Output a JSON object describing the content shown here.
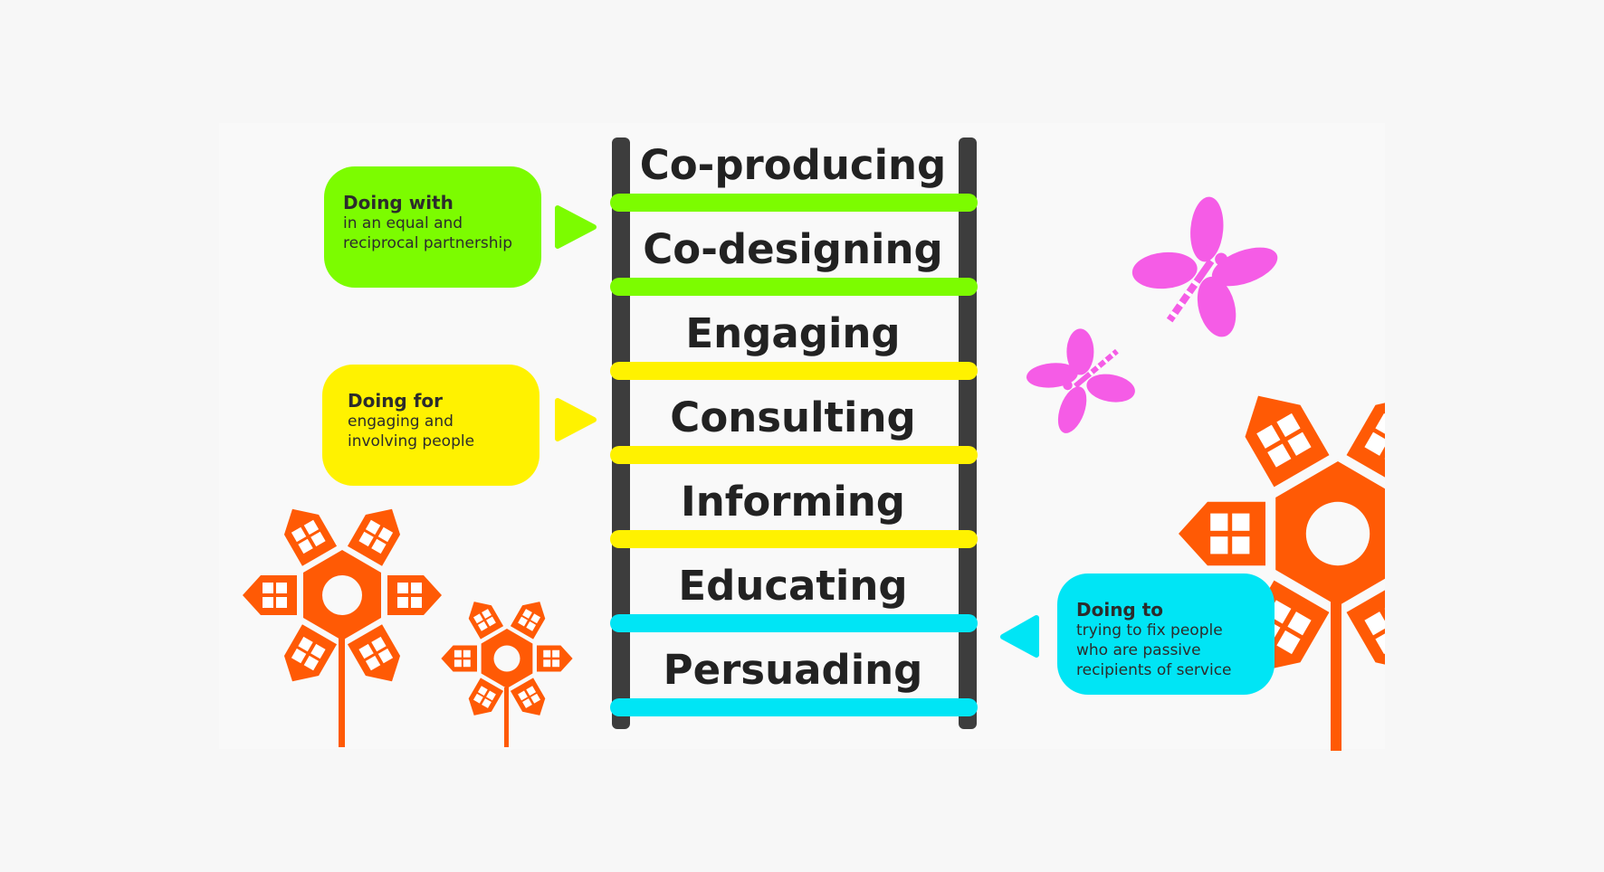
{
  "ladder": {
    "steps": [
      {
        "label": "Co-producing"
      },
      {
        "label": "Co-designing"
      },
      {
        "label": "Engaging"
      },
      {
        "label": "Consulting"
      },
      {
        "label": "Informing"
      },
      {
        "label": "Educating"
      },
      {
        "label": "Persuading"
      }
    ]
  },
  "callouts": {
    "doing_with": {
      "title": "Doing with",
      "description": "in an equal and\nreciprocal partnership"
    },
    "doing_for": {
      "title": "Doing for",
      "description": "engaging and\ninvolving people"
    },
    "doing_to": {
      "title": "Doing to",
      "description": "trying to fix people\nwho are passive\nrecipients of service"
    }
  },
  "colors": {
    "green": "#7cfc00",
    "yellow": "#fff200",
    "cyan": "#00e5f5",
    "orange": "#ff5a05",
    "pink": "#f55ce6",
    "rail": "#3d3d3d"
  }
}
